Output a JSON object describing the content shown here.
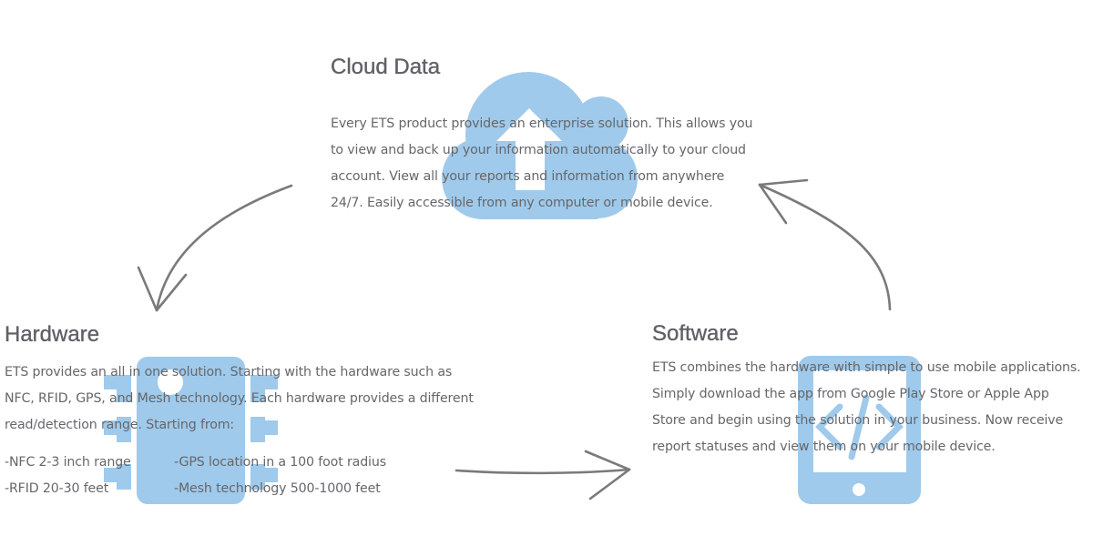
{
  "colors": {
    "icon_fill": "#9fcaeb",
    "arrow_stroke": "#7a7a7a",
    "title_text": "#5f6166",
    "body_text": "#66676b",
    "background": "#ffffff"
  },
  "cloud": {
    "title": "Cloud Data",
    "icon": "cloud-upload-icon",
    "lines": [
      "Every ETS product provides an enterprise solution. This allows you",
      "to view and back up your information automatically to your cloud",
      "account. View all your reports and information from anywhere",
      "24/7. Easily accessible from any computer or mobile device."
    ]
  },
  "hardware": {
    "title": "Hardware",
    "icon": "chip-icon",
    "lines": [
      "ETS provides an all in one solution. Starting with the hardware such as",
      "NFC, RFID, GPS, and Mesh technology. Each hardware provides a different",
      "read/detection range. Starting from:"
    ],
    "specs": [
      [
        "-NFC 2-3 inch range",
        "-GPS location in a 100 foot radius"
      ],
      [
        "-RFID 20-30 feet",
        "-Mesh technology 500-1000 feet"
      ]
    ]
  },
  "software": {
    "title": "Software",
    "icon": "tablet-code-icon",
    "lines": [
      "ETS combines the hardware with simple to use mobile applications.",
      "Simply download the app from Google Play Store or Apple App",
      "Store and begin using the solution in your business. Now receive",
      "report statuses and view them on your mobile device."
    ]
  },
  "flow": [
    {
      "from": "Cloud Data",
      "to": "Hardware",
      "icon": "curved-arrow-down-left-icon"
    },
    {
      "from": "Hardware",
      "to": "Software",
      "icon": "arrow-right-icon"
    },
    {
      "from": "Software",
      "to": "Cloud Data",
      "icon": "curved-arrow-up-left-icon"
    }
  ]
}
